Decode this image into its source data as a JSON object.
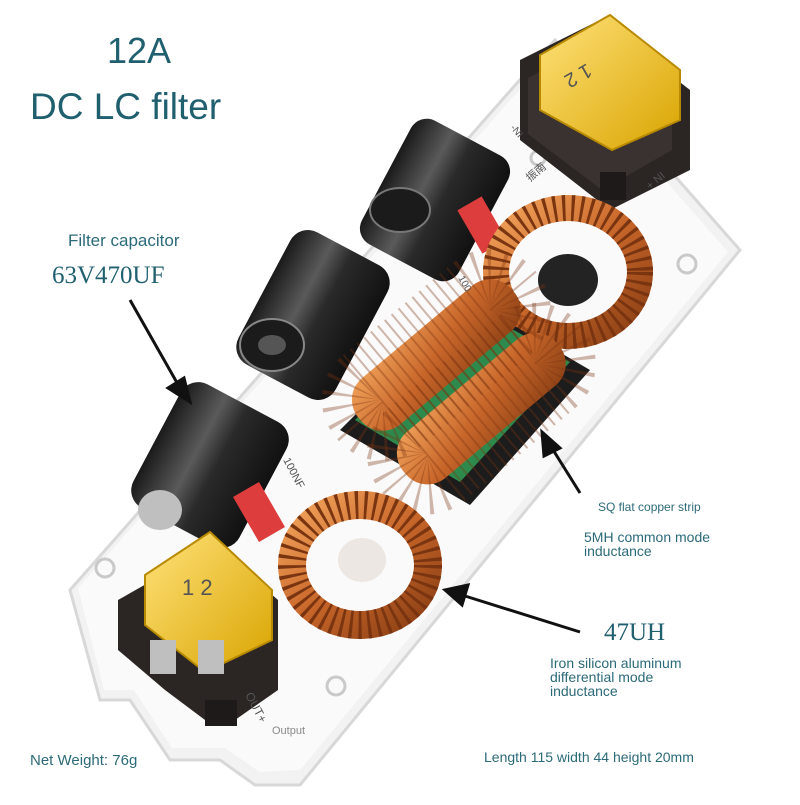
{
  "title": "12A",
  "subtitle": "DC LC filter",
  "capacitor_label": "Filter capacitor",
  "capacitor_value": "63V470UF",
  "copper_strip_label": "SQ flat copper strip",
  "common_mode_label": [
    "5MH common mode",
    "inductance"
  ],
  "differential_value": "47UH",
  "differential_label": [
    "Iron silicon aluminum",
    "differential mode",
    "inductance"
  ],
  "weight": "Net Weight: 76g",
  "dimensions": "Length 115 width 44 height 20mm",
  "board_silkscreen": {
    "output": "Output",
    "out_plus": "OUT+",
    "in_minus": "-NI",
    "in_plus": "+ NI",
    "film_cap_top": "100",
    "film_cap_bottom": "100NF",
    "terminal_top": "1 2",
    "terminal_bottom": "1 2",
    "shop_mark": "振南"
  },
  "colors": {
    "heading": "#1f5f6e",
    "text": "#2b6a78",
    "copper": "#c86a2c",
    "pcb": "#f4f4f4",
    "terminal_cover": "#f2c100",
    "film_capacitor": "#e23a3a",
    "inductor_base": "#2e8a4c"
  }
}
